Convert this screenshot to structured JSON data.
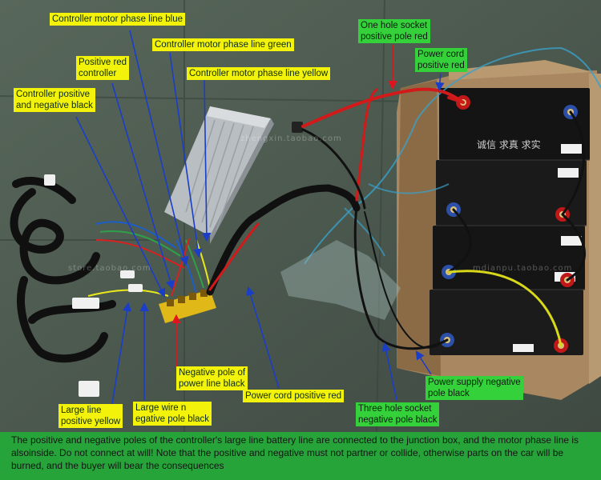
{
  "labels": {
    "motor_phase_blue": "Controller motor phase line blue",
    "motor_phase_green": "Controller motor phase line green",
    "motor_phase_yellow": "Controller motor phase line yellow",
    "positive_red_controller": "Positive red\ncontroller",
    "controller_pos_neg_black": "Controller positive\nand negative black",
    "one_hole_socket": "One hole socket\npositive pole red",
    "power_cord_positive_red_top": "Power cord\npositive red",
    "negative_pole_power_line": "Negative pole of\npower line black",
    "power_cord_positive_red_bottom": "Power cord positive red",
    "large_line_positive_yellow": "Large line\npositive yellow",
    "large_wire_negative_black": "Large wire n\negative pole black",
    "three_hole_socket": "Three hole socket\nnegative pole black",
    "power_supply_negative": "Power supply negative\npole black"
  },
  "footer_note": "The positive and negative poles of the controller's large line battery line are connected to the junction box, and the motor phase line is alsoinside. Do not connect at will! Note that the positive and negative must not partner or collide, otherwise parts on the car will be burned, and the buyer will bear the consequences",
  "battery_prints": {
    "slogan": "诚信 求真 求实"
  },
  "watermarks": {
    "w1": "zhengxin.taobao.com",
    "w2": "store.taobao.com",
    "w3": "mdianpu.taobao.com"
  },
  "colors": {
    "label_yellow": "#f2f20a",
    "label_green": "#35d13b",
    "arrow_blue": "#1a3ec8",
    "arrow_red": "#e0141e",
    "footer_green": "#26a43a"
  }
}
